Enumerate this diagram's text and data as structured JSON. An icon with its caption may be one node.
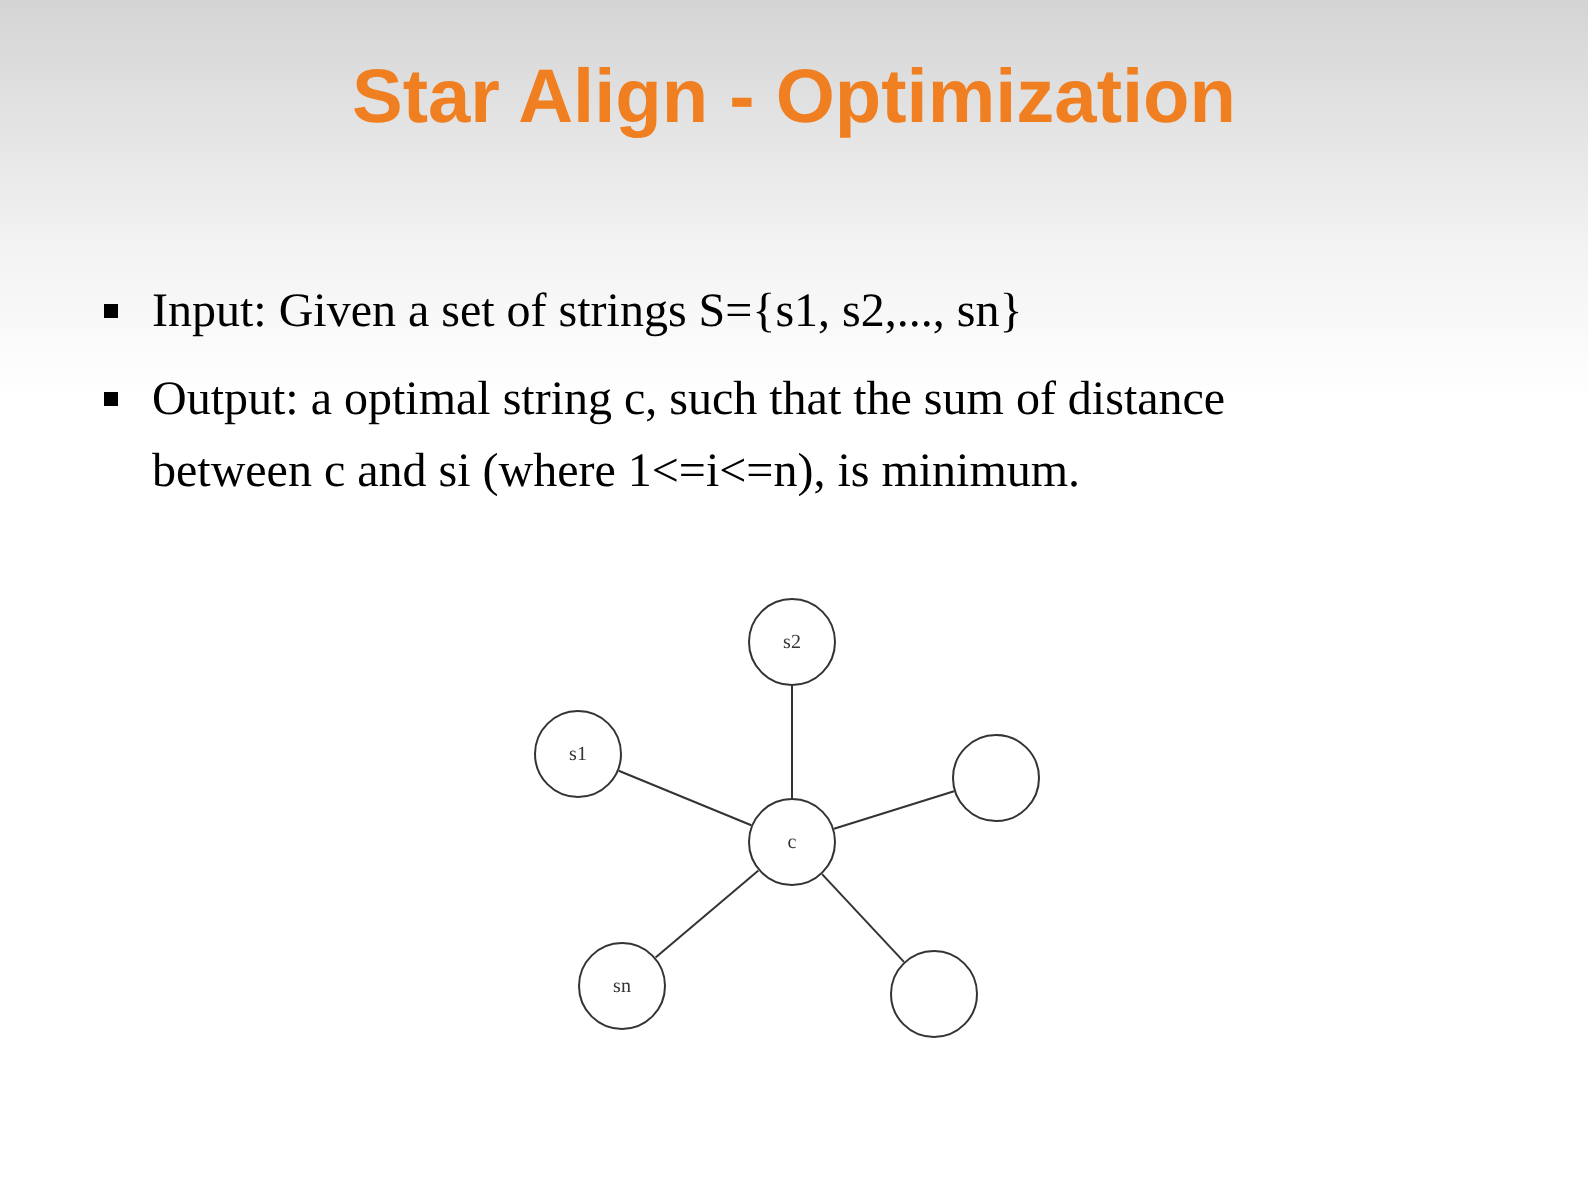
{
  "diagram": {
    "title": "Star Align - Optimization",
    "nodes": [
      {
        "text": [
          "s2"
        ]
      },
      {
        "text": [
          "s1"
        ]
      },
      {
        "text": [],
        "shape": "circle"
      },
      {
        "text": [
          "c"
        ]
      },
      {
        "text": [
          "sn"
        ]
      },
      {
        "text": [],
        "shape": "circle"
      }
    ],
    "edges": [
      {
        "from": 3,
        "to": 0,
        "arrow": "none"
      },
      {
        "from": 3,
        "to": 1,
        "arrow": "none"
      },
      {
        "from": 3,
        "to": 2,
        "arrow": "none"
      },
      {
        "from": 3,
        "to": 4,
        "arrow": "none"
      },
      {
        "from": 3,
        "to": 5,
        "arrow": "none"
      }
    ],
    "labels": [
      "Input: Given a set of strings S={s1, s2,..., sn}",
      "Output: a optimal string c, such that the sum of distance between c and si (where 1<=i<=n), is minimum."
    ]
  }
}
